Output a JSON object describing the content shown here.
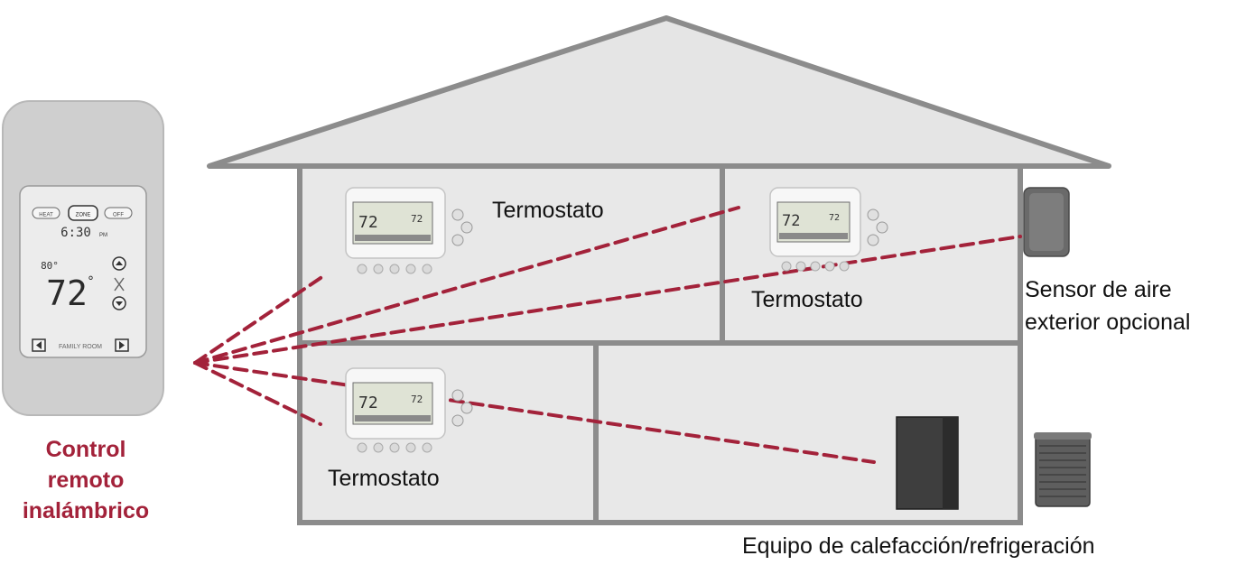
{
  "labels": {
    "remote_line1": "Control",
    "remote_line2": "remoto",
    "remote_line3": "inalámbrico",
    "thermostat_upper_left": "Termostato",
    "thermostat_upper_right": "Termostato",
    "thermostat_lower_left": "Termostato",
    "sensor_line1": "Sensor de aire",
    "sensor_line2": "exterior opcional",
    "equipment": "Equipo de calefacción/refrigeración"
  },
  "remote_display": {
    "buttons": [
      "HEAT",
      "ZONE",
      "OFF"
    ],
    "time": "6:30",
    "time_suffix": "PM",
    "outside": "80°",
    "temperature": "72",
    "degree": "°",
    "zone_name": "FAMILY ROOM"
  },
  "thermostat_display": {
    "temperature": "72",
    "setpoint": "72"
  },
  "colors": {
    "house_fill": "#e5e5e5",
    "house_outline": "#8c8c8c",
    "signal_line": "#a3223a",
    "label_accent": "#a3223a"
  }
}
